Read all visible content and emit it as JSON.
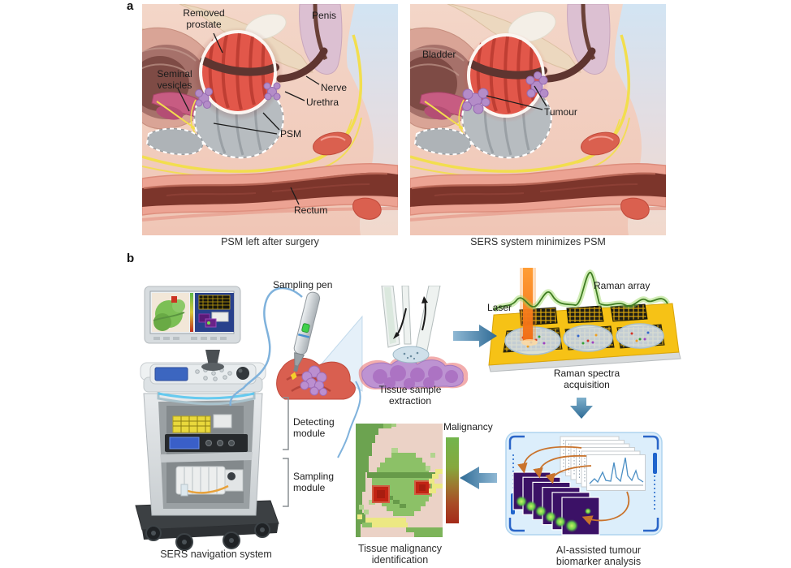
{
  "panel_a": {
    "label": "a",
    "left_caption": "PSM left after surgery",
    "right_caption": "SERS system minimizes PSM",
    "labels": {
      "removed_prostate": "Removed\nprostate",
      "penis": "Penis",
      "seminal_vesicles": "Seminal\nvesicles",
      "nerve": "Nerve",
      "urethra": "Urethra",
      "psm": "PSM",
      "rectum": "Rectum",
      "bladder": "Bladder",
      "tumour": "Tumour"
    }
  },
  "panel_b": {
    "label": "b",
    "labels": {
      "sampling_pen": "Sampling pen",
      "tissue_sample_extraction": "Tissue sample\nextraction",
      "laser": "Laser",
      "raman_array": "Raman array",
      "raman_spectra_acquisition": "Raman spectra\nacquisition",
      "detecting_module": "Detecting\nmodule",
      "sampling_module": "Sampling\nmodule",
      "malignancy": "Malignancy",
      "tissue_malignancy_identification": "Tissue malignancy\nidentification",
      "ai_assisted_tumour_biomarker_analysis": "AI-assisted tumour\nbiomarker analysis",
      "sers_navigation_system": "SERS navigation system"
    }
  },
  "colors": {
    "laser_orange": "#f07820",
    "chip_yellow": "#f6c216",
    "spectrum_green": "#3f7d22",
    "flow_arrow_blue": "#2f6b95",
    "ai_box_fill": "#dceefb",
    "ai_accent_blue": "#1f64cc",
    "malignancy_high_green": "#72b54c",
    "malignancy_low_red": "#a42a18",
    "nerve_yellow": "#f2de4e",
    "tumour_purple": "#b48cc8",
    "prostate_red": "#e2574a",
    "psm_gray": "#b7bcc0",
    "cable_blue": "#7fb2dc"
  }
}
